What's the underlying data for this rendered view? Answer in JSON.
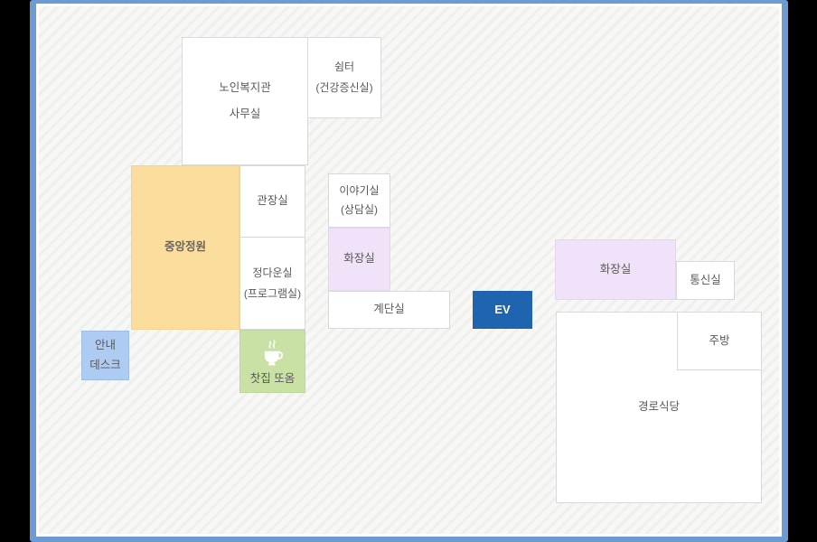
{
  "floorplan": {
    "rooms": {
      "office": {
        "line1": "노인복지관",
        "line2": "사무실"
      },
      "shelter": {
        "line1": "쉼터",
        "line2": "(건강증신실)"
      },
      "garden": {
        "label": "중앙정원"
      },
      "director": {
        "label": "관장실"
      },
      "program": {
        "line1": "정다운실",
        "line2": "(프로그램실)"
      },
      "infodesk": {
        "line1": "안내",
        "line2": "데스크"
      },
      "teahouse": {
        "label": "찻집 또옴",
        "icon": "coffee-cup-icon"
      },
      "story": {
        "line1": "이야기실",
        "line2": "(상담실)"
      },
      "restroom_mid": {
        "label": "화장실"
      },
      "stairs": {
        "label": "계단실"
      },
      "elevator": {
        "label": "EV"
      },
      "restroom_right": {
        "label": "화장실"
      },
      "comms": {
        "label": "통신실"
      },
      "kitchen": {
        "label": "주방"
      },
      "restaurant": {
        "label": "경로식당"
      }
    },
    "colors": {
      "frame_border": "#6b9bd2",
      "canvas_stripe": "#efefed",
      "canvas_base": "#f7f7f6",
      "room_border": "#d9d9d7",
      "room_text": "#595959",
      "garden_bg": "#fbde9d",
      "infodesk_bg": "#aecbf2",
      "teahouse_bg": "#c9e1a5",
      "restroom_bg": "#f0e2f8",
      "elevator_bg": "#1e64ae",
      "elevator_text": "#ffffff"
    }
  }
}
